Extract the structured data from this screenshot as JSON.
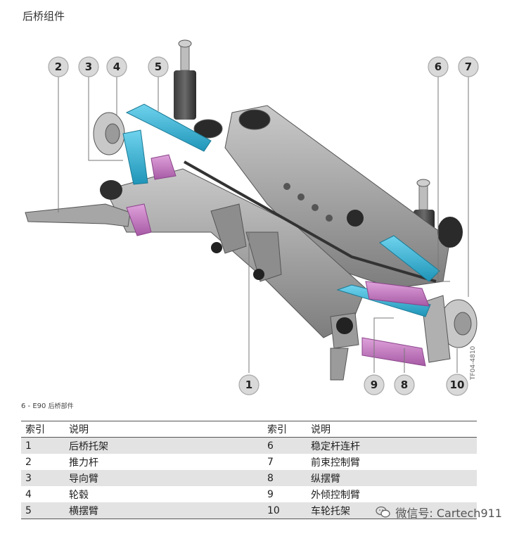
{
  "title": "后桥组件",
  "figure": {
    "callouts": [
      "1",
      "2",
      "3",
      "4",
      "5",
      "6",
      "7",
      "8",
      "9",
      "10"
    ],
    "side_code": "TF04-4810"
  },
  "caption": {
    "prefix": "6 - E90",
    "text": "后桥部件"
  },
  "table": {
    "headers": [
      "索引",
      "说明",
      "索引",
      "说明"
    ],
    "rows": [
      [
        "1",
        "后桥托架",
        "6",
        "稳定杆连杆"
      ],
      [
        "2",
        "推力杆",
        "7",
        "前束控制臂"
      ],
      [
        "3",
        "导向臂",
        "8",
        "纵摆臂"
      ],
      [
        "4",
        "轮毂",
        "9",
        "外倾控制臂"
      ],
      [
        "5",
        "横摆臂",
        "10",
        "车轮托架"
      ]
    ]
  },
  "watermark": "微信号: Cartech911",
  "colors": {
    "frame_gray": "#9a9a9a",
    "arm_blue": "#33b5d6",
    "arm_pink": "#c77bc4",
    "bubble": "#d9d9d9"
  }
}
